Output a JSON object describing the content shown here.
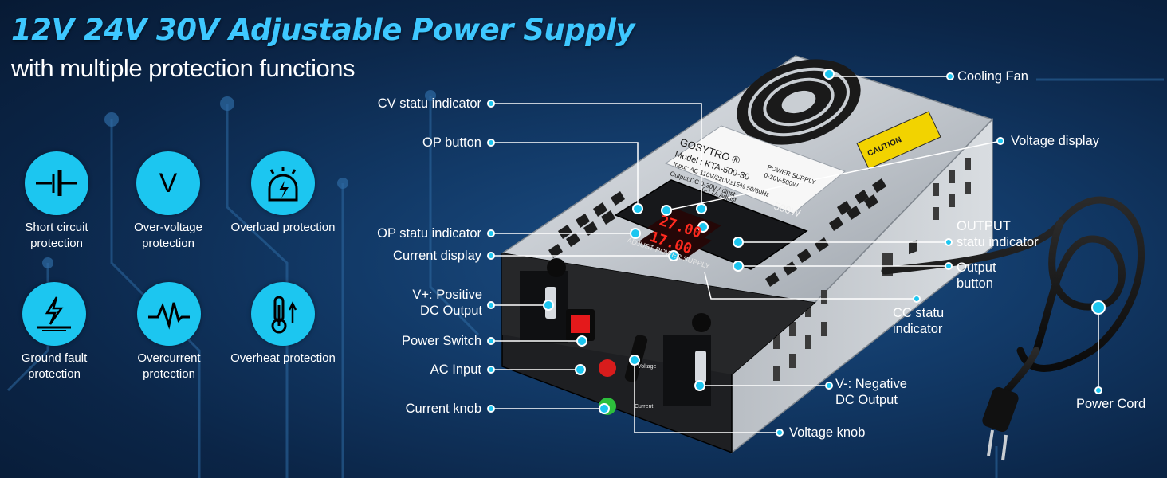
{
  "title": "12V 24V 30V Adjustable Power Supply",
  "subtitle": "with multiple protection functions",
  "features": [
    {
      "icon": "short-circuit-icon",
      "label": "Short circuit protection"
    },
    {
      "icon": "voltage-icon",
      "glyph": "V",
      "label": "Over-voltage protection"
    },
    {
      "icon": "overload-icon",
      "label": "Overload protection"
    },
    {
      "icon": "ground-fault-icon",
      "label": "Ground fault protection"
    },
    {
      "icon": "overcurrent-icon",
      "label": "Overcurrent protection"
    },
    {
      "icon": "overheat-icon",
      "label": "Overheat protection"
    }
  ],
  "product": {
    "brand": "GOSYTRO ®",
    "model": "Model : KTA-500-30",
    "type_line": "POWER SUPPLY",
    "range_line": "0-30V-500W",
    "input": "Input: AC 110V/220V±15% 50/60Hz",
    "output": "Output:DC 0-30V Adjust",
    "current": "0-17A Adjust",
    "wattage": "500W",
    "caution": "CAUTION",
    "panel_label": "ADJUST POWER SUPPLY",
    "voltage_reading": "27.00",
    "current_reading": "17.00",
    "knob_voltage_label": "Voltage",
    "knob_current_label": "Current"
  },
  "callouts": {
    "cooling_fan": "Cooling Fan",
    "cv_indicator": "CV statu indicator",
    "op_button": "OP button",
    "voltage_display": "Voltage display",
    "op_indicator": "OP statu indicator",
    "output_indicator_1": "OUTPUT",
    "output_indicator_2": "statu indicator",
    "current_display": "Current display",
    "output_button_1": "Output",
    "output_button_2": "button",
    "v_plus_1": "V+:  Positive",
    "v_plus_2": "DC Output",
    "cc_indicator_1": "CC statu",
    "cc_indicator_2": "indicator",
    "power_switch": "Power Switch",
    "ac_input": "AC Input",
    "v_minus_1": "V-:  Negative",
    "v_minus_2": "DC Output",
    "power_cord": "Power Cord",
    "current_knob": "Current knob",
    "voltage_knob": "Voltage knob"
  },
  "colors": {
    "accent": "#1cc6f0",
    "title": "#3ec8ff",
    "display_red": "#ff2a1f",
    "background": "#0f2f57"
  }
}
